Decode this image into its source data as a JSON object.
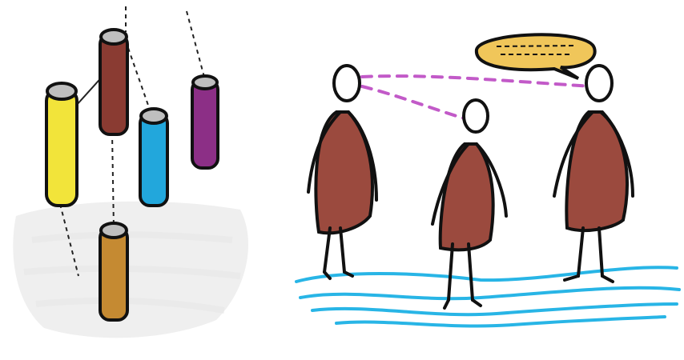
{
  "scene": {
    "left_panel": {
      "subject": "hanging-cylinders",
      "cylinders": [
        {
          "name": "yellow",
          "color": "#f2e43a"
        },
        {
          "name": "maroon",
          "color": "#8a3b32"
        },
        {
          "name": "blue",
          "color": "#22a7dc"
        },
        {
          "name": "purple",
          "color": "#8c2f86"
        },
        {
          "name": "orange",
          "color": "#c58a32"
        }
      ],
      "link_color": "#222222",
      "shadow_color": "#e6e6e6"
    },
    "right_panel": {
      "subject": "three-figures-conversation",
      "robe_color": "#9b4a3e",
      "gaze_color": "#c25ac8",
      "bubble_fill": "#f0c65a",
      "ground_color": "#28b5e6",
      "outline_color": "#111111"
    }
  }
}
